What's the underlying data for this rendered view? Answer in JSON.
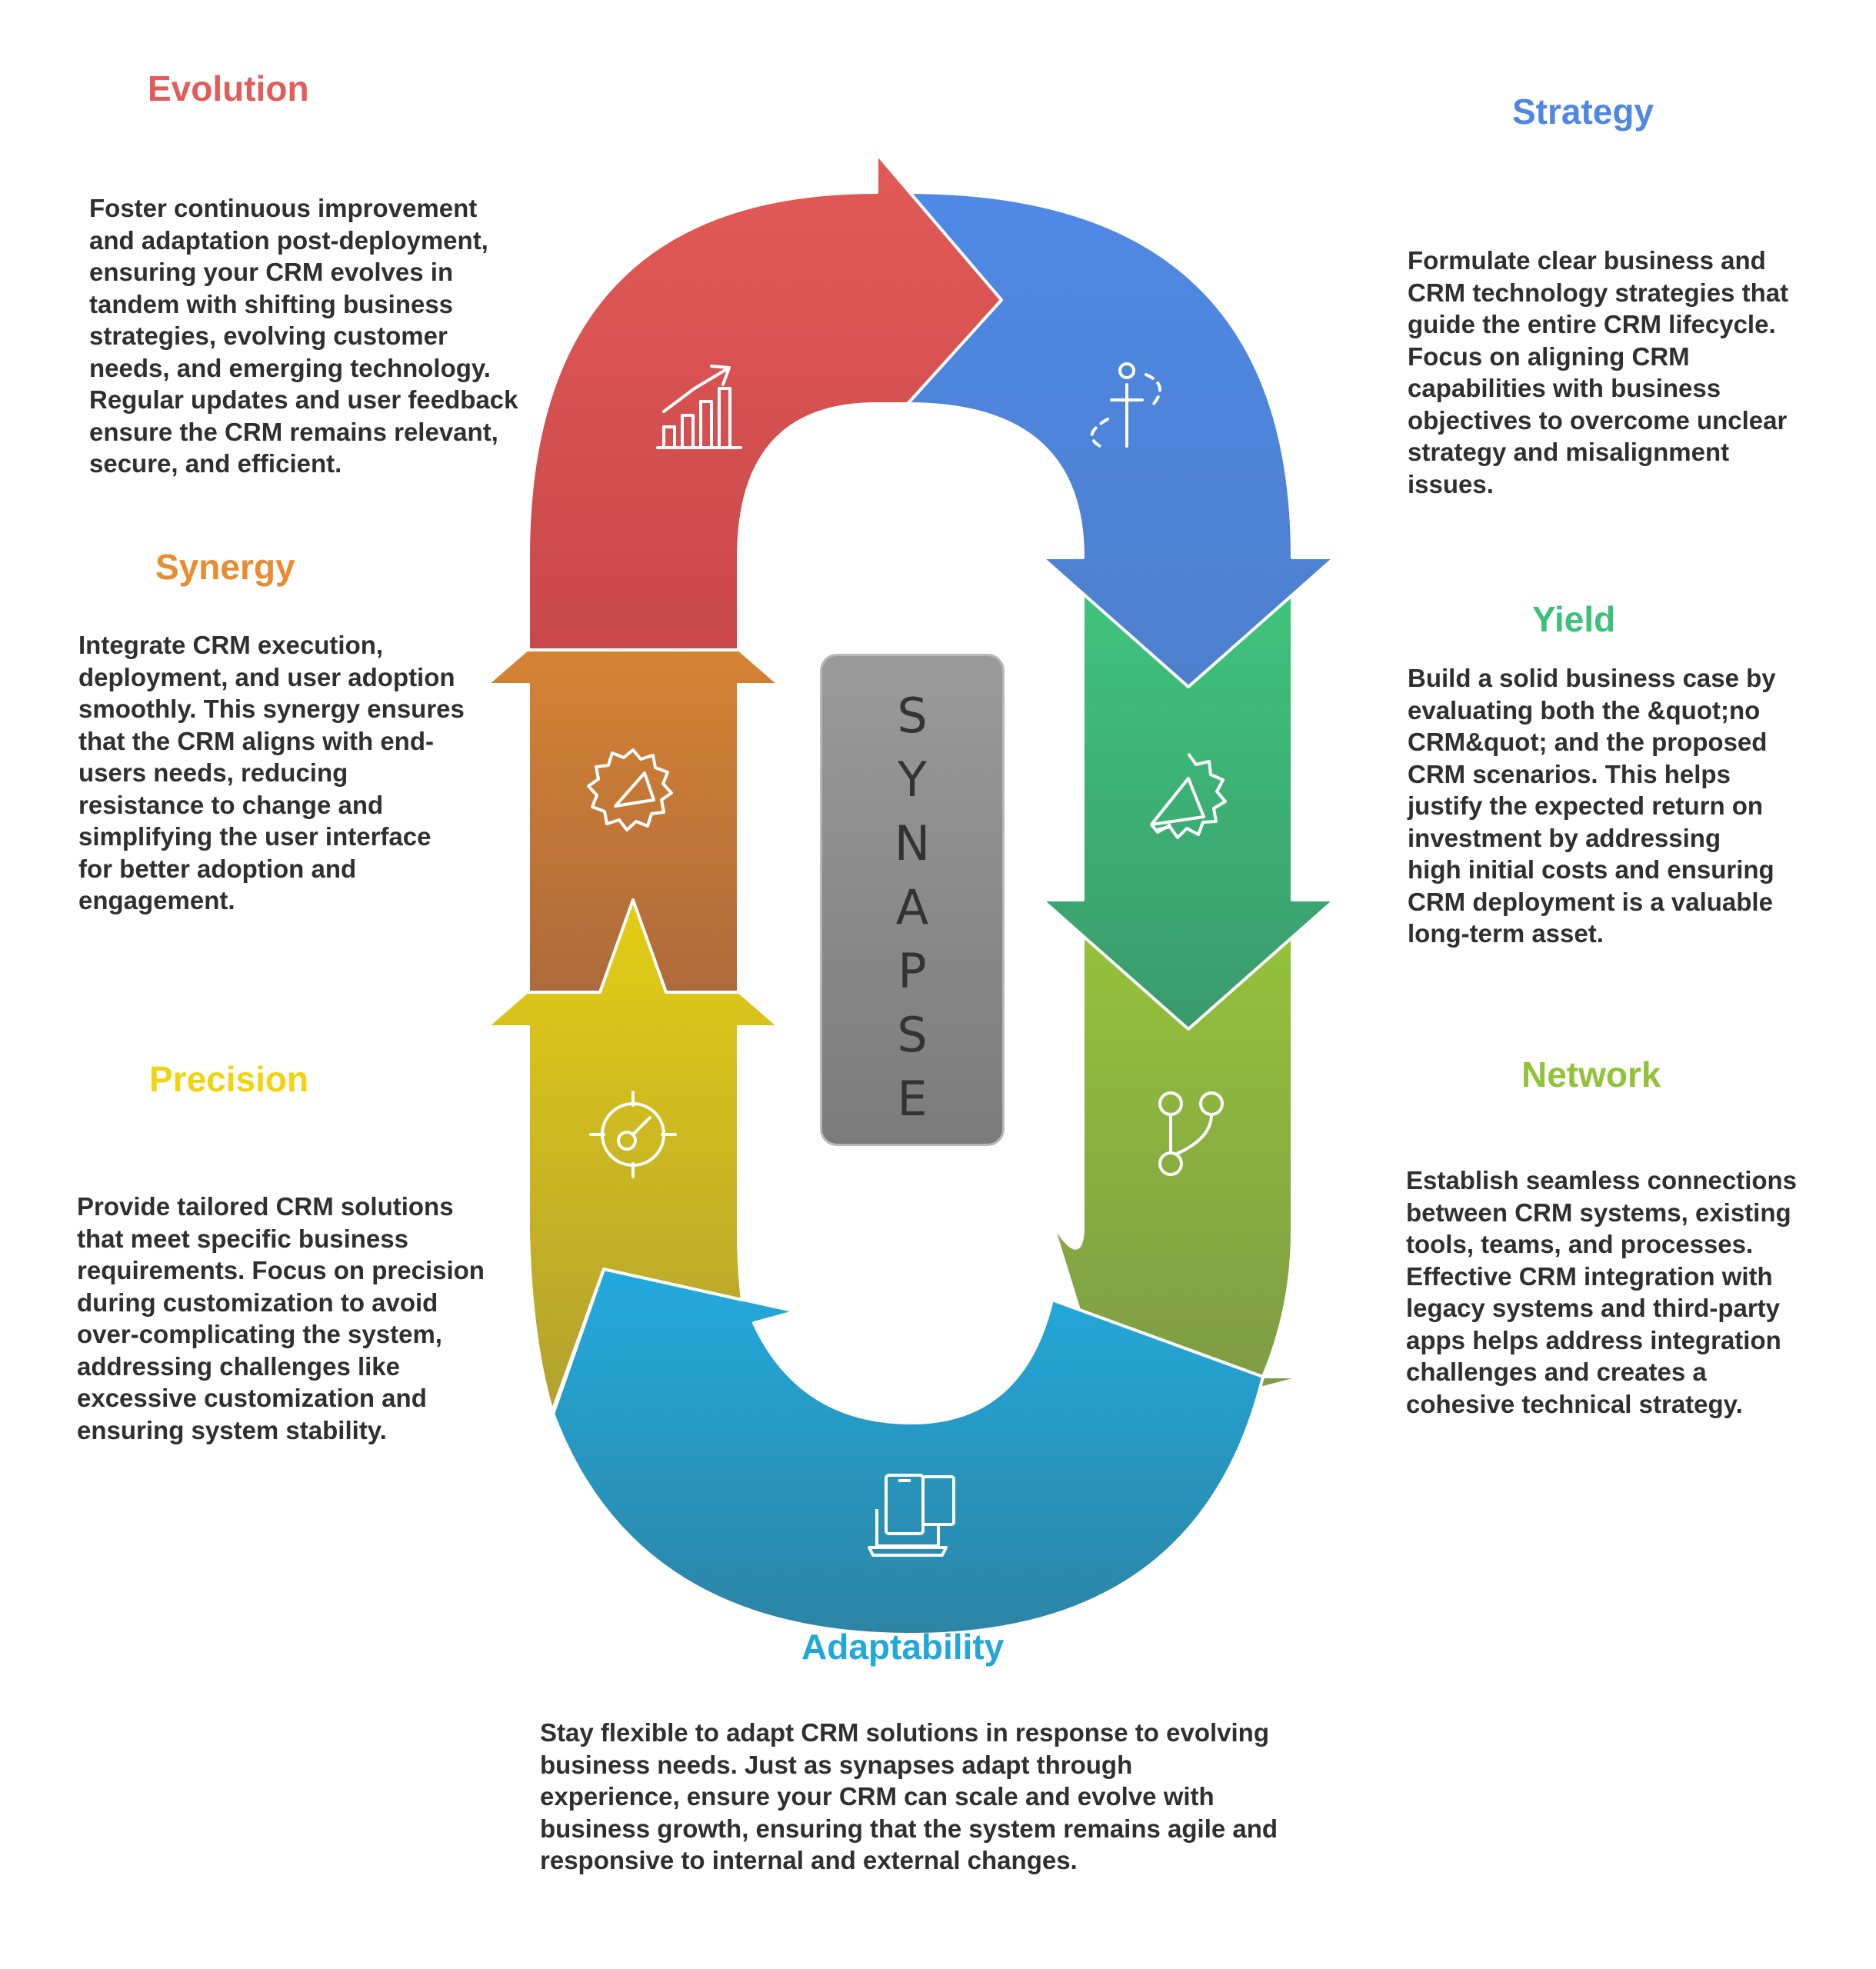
{
  "center": {
    "word": "SYNAPSE"
  },
  "colors": {
    "evolution": "#e25c59",
    "strategy": "#4f87e3",
    "yield": "#3cc17a",
    "network": "#92c13a",
    "adaptability": "#22a8d8",
    "precision": "#f1d40f",
    "synergy": "#e88c2f",
    "text": "#2f2f2f"
  },
  "stages": {
    "evolution": {
      "title": "Evolution",
      "icon": "growth-chart-icon",
      "description": "Foster continuous improvement and adaptation post-deployment, ensuring your CRM evolves in tandem with shifting business strategies, evolving customer needs, and emerging technology. Regular updates and user feedback ensure the CRM remains relevant, secure, and efficient."
    },
    "strategy": {
      "title": "Strategy",
      "icon": "direction-arrow-icon",
      "description": "Formulate clear business and CRM technology strategies that guide the entire CRM lifecycle. Focus on aligning CRM capabilities with business objectives to overcome unclear strategy and misalignment issues."
    },
    "yield": {
      "title": "Yield",
      "icon": "megaphone-badge-icon",
      "description": "Build a solid business case by evaluating both the &quot;no CRM&quot; and the proposed CRM scenarios. This helps justify the expected return on investment by addressing high initial costs and ensuring CRM deployment is a valuable long-term asset."
    },
    "network": {
      "title": "Network",
      "icon": "branch-icon",
      "description": "Establish seamless connections between CRM systems, existing tools, teams, and processes. Effective CRM integration with legacy systems and third-party apps helps address integration challenges and creates a cohesive technical strategy."
    },
    "adaptability": {
      "title": "Adaptability",
      "icon": "devices-icon",
      "description": "Stay flexible to adapt CRM solutions in response to evolving business needs. Just as synapses adapt through experience, ensure your CRM can scale and evolve with business growth, ensuring that the system remains agile and responsive to internal and external changes."
    },
    "precision": {
      "title": "Precision",
      "icon": "target-icon",
      "description": "Provide tailored CRM solutions that meet specific business requirements. Focus on precision during customization to avoid over-complicating the system, addressing challenges like excessive customization and ensuring system stability."
    },
    "synergy": {
      "title": "Synergy",
      "icon": "gear-megaphone-icon",
      "description": "Integrate CRM execution, deployment, and user adoption smoothly. This synergy ensures that the CRM aligns with end-users needs, reducing resistance to change and simplifying the user interface for better adoption and engagement."
    }
  }
}
